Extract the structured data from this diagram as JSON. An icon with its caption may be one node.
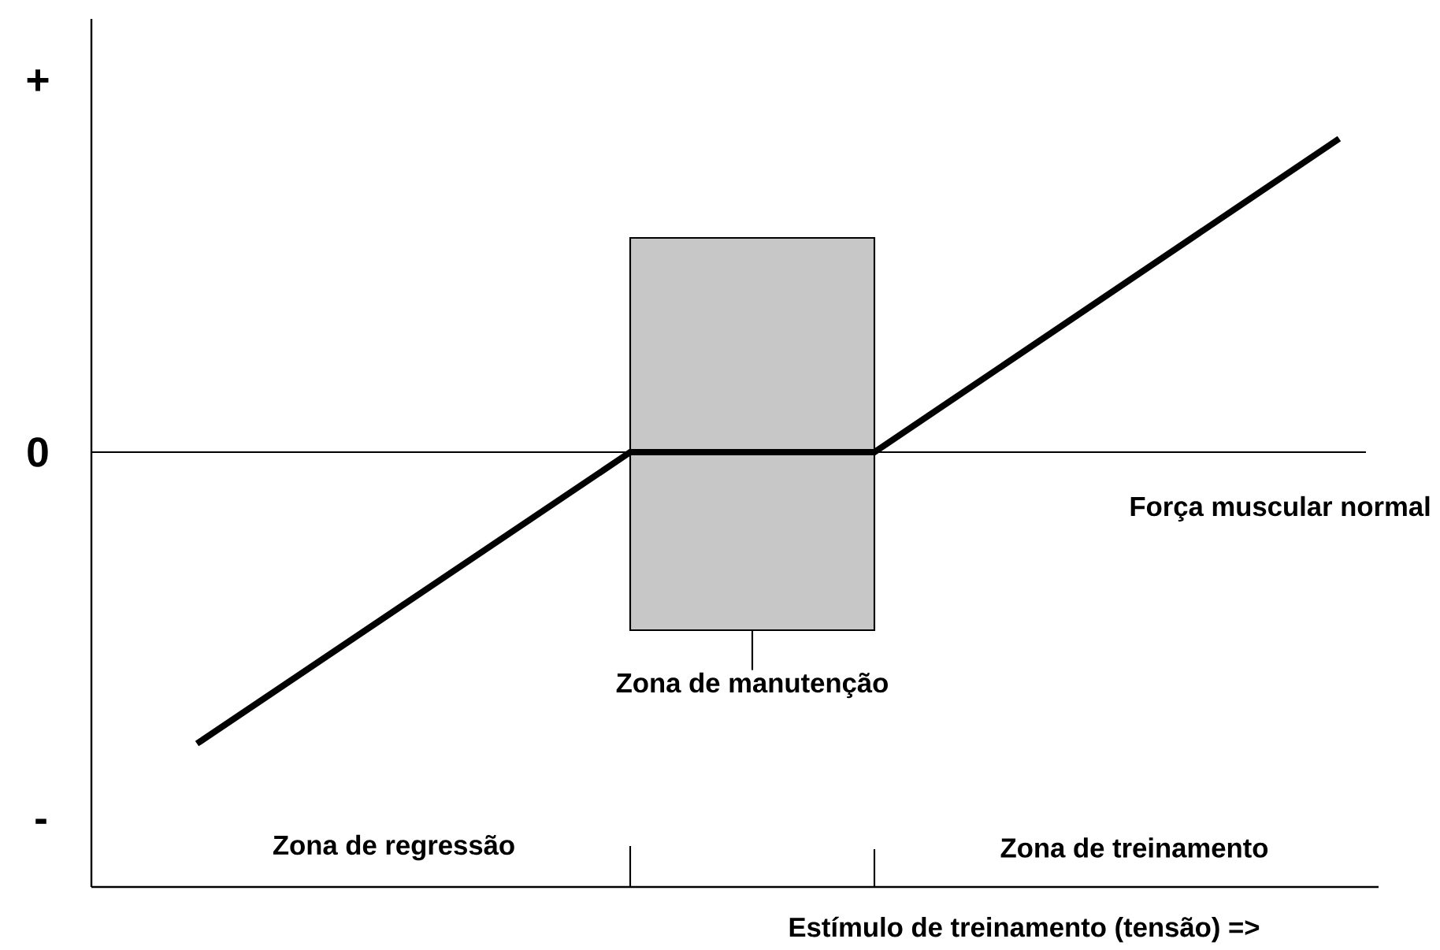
{
  "diagram": {
    "nodes": [
      {
        "text": [],
        "shape": "box"
      },
      {
        "text": [
          "Zona de manutenção"
        ]
      }
    ],
    "edges": [
      {
        "from": 1,
        "to": 0,
        "arrow": "none"
      }
    ],
    "labels": [
      "+",
      "0",
      "Força muscular normal",
      "-",
      "Zona de regressão",
      "Zona de treinamento",
      "Estímulo de treinamento (tensão) =>"
    ]
  }
}
